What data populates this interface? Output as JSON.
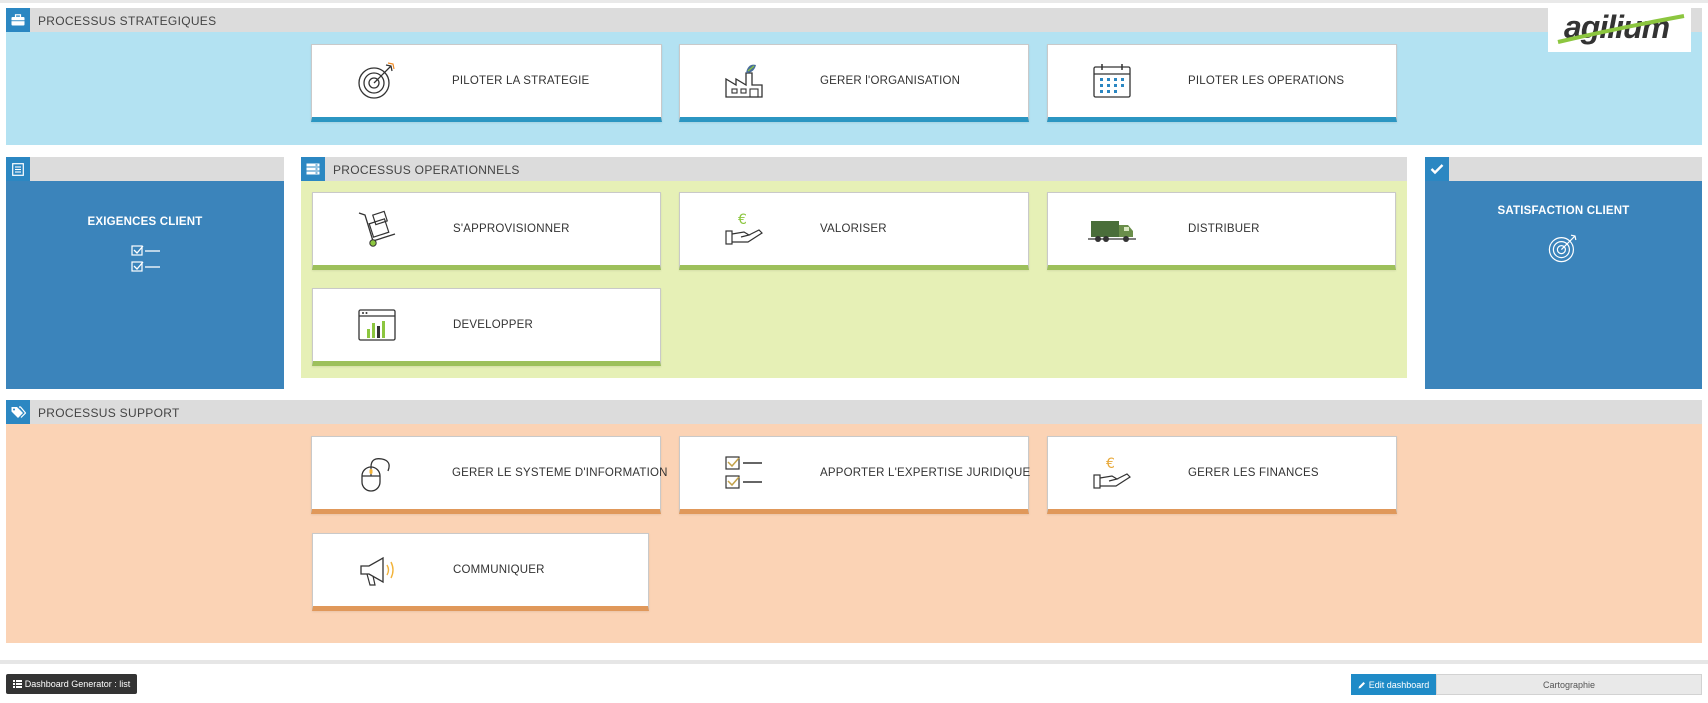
{
  "colors": {
    "strategic_bg": "#b3e2f2",
    "operational_bg": "#e6f0b6",
    "support_bg": "#fbd3b5",
    "side_blue": "#3b84bb",
    "header_grey": "#dcdcdc",
    "icon_blue": "#2b87c2"
  },
  "logo": {
    "text": "agilium"
  },
  "strategic": {
    "title": "PROCESSUS STRATEGIQUES",
    "icon": "briefcase-icon",
    "cards": [
      {
        "label": "PILOTER LA STRATEGIE",
        "icon": "target-icon"
      },
      {
        "label": "GERER l'ORGANISATION",
        "icon": "factory-icon"
      },
      {
        "label": "PILOTER LES OPERATIONS",
        "icon": "calendar-icon"
      }
    ]
  },
  "client_requirements": {
    "label": "EXIGENCES CLIENT",
    "header_icon": "list-icon",
    "icon": "checklist-icon"
  },
  "operational": {
    "title": "PROCESSUS OPERATIONNELS",
    "icon": "server-icon",
    "cards": [
      {
        "label": "S'APPROVISIONNER",
        "icon": "hand-truck-icon"
      },
      {
        "label": "VALORISER",
        "icon": "euro-hand-icon"
      },
      {
        "label": "DISTRIBUER",
        "icon": "truck-icon"
      },
      {
        "label": "DEVELOPPER",
        "icon": "chart-window-icon"
      }
    ]
  },
  "client_satisfaction": {
    "label": "SATISFACTION CLIENT",
    "header_icon": "check-icon",
    "icon": "target-icon"
  },
  "support": {
    "title": "PROCESSUS SUPPORT",
    "icon": "tags-icon",
    "cards": [
      {
        "label": "GERER LE SYSTEME D'INFORMATION",
        "icon": "mouse-icon"
      },
      {
        "label": "APPORTER L'EXPERTISE JURIDIQUE",
        "icon": "checklist-icon"
      },
      {
        "label": "GERER LES FINANCES",
        "icon": "euro-hand-icon"
      },
      {
        "label": "COMMUNIQUER",
        "icon": "megaphone-icon"
      }
    ]
  },
  "footer": {
    "dashboard_generator": "Dashboard Generator : list",
    "edit_dashboard": "Edit dashboard",
    "cartographie": "Cartographie"
  }
}
